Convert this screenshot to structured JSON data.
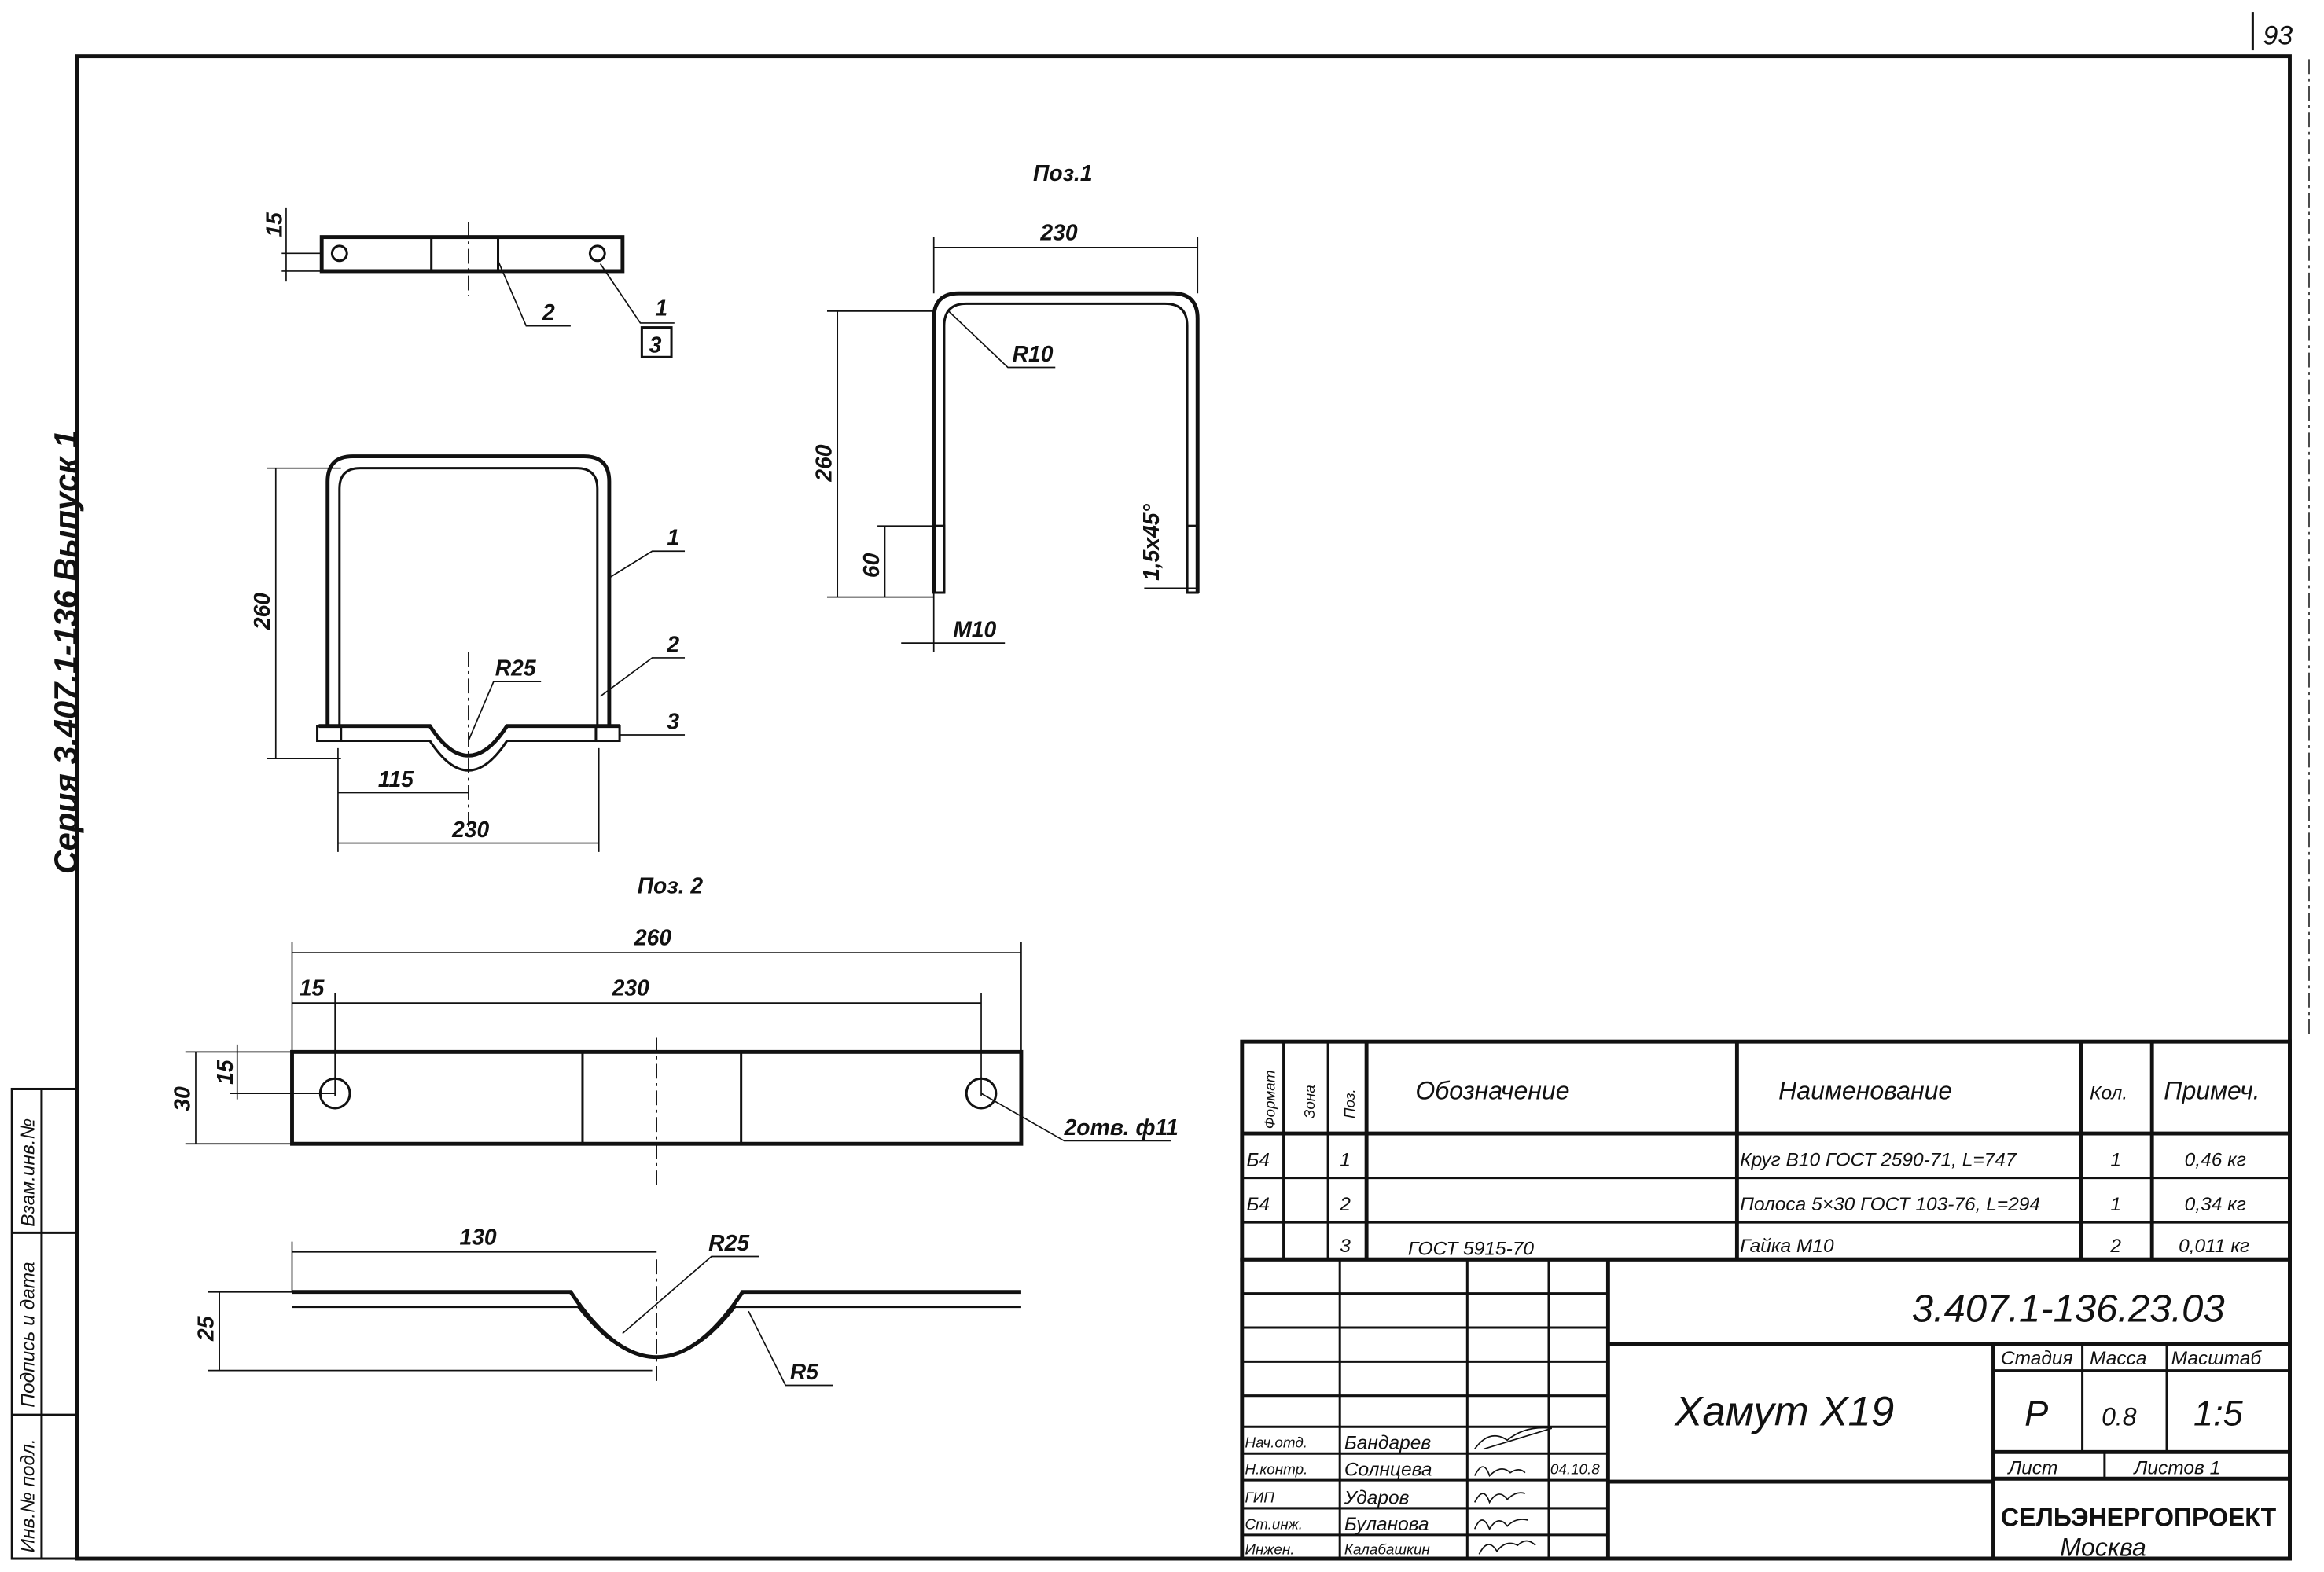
{
  "sheet": {
    "page_number": "93",
    "series": "Серия 3.407.1-136 Выпуск 1",
    "left_strip": [
      "Взам.инв.№",
      "Подпись и дата",
      "Инв.№ подл."
    ]
  },
  "views": {
    "top": {
      "dim_15": "15",
      "leader_2": "2",
      "leader_1": "1",
      "leader_3": "3"
    },
    "assembly": {
      "dim_260": "260",
      "leader_1": "1",
      "leader_2": "2",
      "leader_3": "3",
      "r25": "R25",
      "dim_115": "115",
      "dim_230": "230"
    },
    "pos1": {
      "title": "Поз.1",
      "dim_230": "230",
      "r10": "R10",
      "dim_260": "260",
      "dim_60": "60",
      "m10": "M10",
      "chamfer": "1,5x45°"
    },
    "pos2": {
      "title": "Поз. 2",
      "dim_260": "260",
      "dim_15": "15",
      "dim_230": "230",
      "dim_30": "30",
      "dim_15b": "15",
      "holes": "2отв. ф11",
      "dim_130": "130",
      "r25": "R25",
      "dim_25": "25",
      "r5": "R5"
    }
  },
  "spec_table": {
    "headers": [
      "Формат",
      "Зона",
      "Поз.",
      "Обозначение",
      "Наименование",
      "Кол.",
      "Примеч."
    ],
    "rows": [
      {
        "format": "Б4",
        "zone": "",
        "pos": "1",
        "designation": "",
        "name": "Круг В10 ГОСТ 2590-71, L=747",
        "qty": "1",
        "note": "0,46 кг"
      },
      {
        "format": "Б4",
        "zone": "",
        "pos": "2",
        "designation": "",
        "name": "Полоса 5×30 ГОСТ 103-76, L=294",
        "qty": "1",
        "note": "0,34 кг"
      },
      {
        "format": "",
        "zone": "",
        "pos": "3",
        "designation": "ГОСТ 5915-70",
        "name": "Гайка М10",
        "qty": "2",
        "note": "0,011 кг"
      }
    ]
  },
  "title_block": {
    "document_code": "3.407.1-136.23.03",
    "title": "Хамут Х19",
    "stage_label": "Стадия",
    "mass_label": "Масса",
    "scale_label": "Масштаб",
    "stage": "Р",
    "mass": "0.8",
    "scale": "1:5",
    "sheet_label": "Лист",
    "sheets_label": "Листов 1",
    "organization": "СЕЛЬЭНЕРГОПРОЕКТ",
    "city": "Москва",
    "signers": [
      {
        "role": "Нач.отд.",
        "name": "Бандарев",
        "date": ""
      },
      {
        "role": "Н.контр.",
        "name": "Солнцева",
        "date": "04.10.8"
      },
      {
        "role": "ГИП",
        "name": "Ударов",
        "date": ""
      },
      {
        "role": "Ст.инж.",
        "name": "Буланова",
        "date": ""
      },
      {
        "role": "Инжен.",
        "name": "Калабашкин",
        "date": ""
      }
    ]
  }
}
